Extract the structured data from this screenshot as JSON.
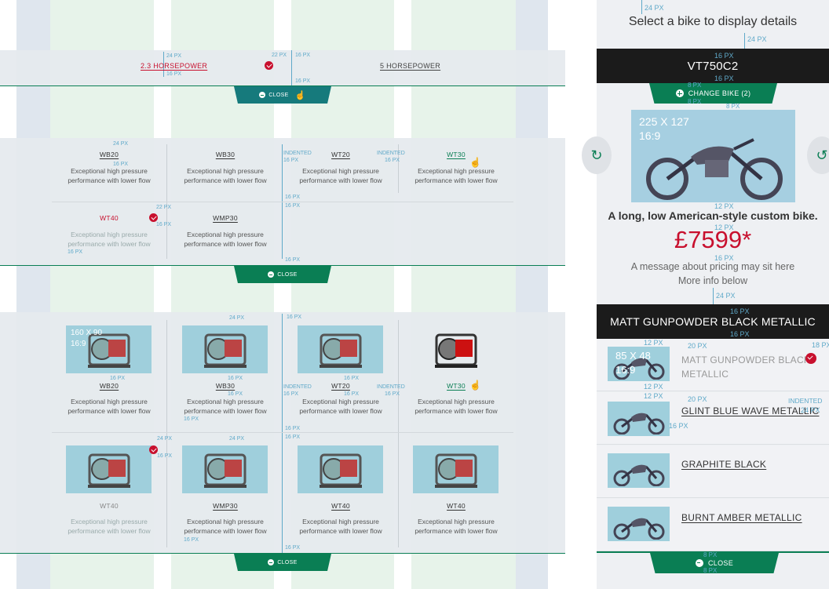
{
  "spec": {
    "px24": "24 PX",
    "px22": "22 PX",
    "px20": "20 PX",
    "px18": "18 PX",
    "px16": "16 PX",
    "px12": "12 PX",
    "px8": "8 PX",
    "indented": "INDENTED"
  },
  "section1": {
    "left_hp": "2.3 HORSEPOWER",
    "right_hp": "5 HORSEPOWER",
    "close": "CLOSE"
  },
  "section2": {
    "models": [
      "WB20",
      "WB30",
      "WT20",
      "WT30",
      "WT40",
      "WMP30"
    ],
    "desc_line1": "Exceptional high pressure",
    "desc_line2": "performance with lower flow",
    "close": "CLOSE"
  },
  "section3": {
    "img_size": "160 X 90",
    "img_ratio": "16:9",
    "row1": [
      "WB20",
      "WB30",
      "WT20",
      "WT30"
    ],
    "row2": [
      "WT40",
      "WMP30",
      "WT40",
      "WT40"
    ],
    "desc_line1": "Exceptional high pressure",
    "desc_line2": "performance with lower flow",
    "close": "CLOSE"
  },
  "panel": {
    "prompt": "Select a bike to display details",
    "bike_name": "VT750C2",
    "change_bike": "CHANGE BIKE (2)",
    "img_size": "225 X 127",
    "img_ratio": "16:9",
    "tagline": "A long, low American-style custom bike.",
    "price": "£7599*",
    "price_msg1": "A message about pricing may sit here",
    "price_msg2": "More info below",
    "colour_title": "MATT GUNPOWDER BLACK METALLIC",
    "swatch_size": "85 X 48",
    "swatch_ratio": "16:9",
    "colours": [
      "MATT GUNPOWDER BLACK",
      "METALLIC",
      "GLINT BLUE WAVE METALLIC",
      "GRAPHITE BLACK",
      "BURNT AMBER METALLIC"
    ],
    "close": "CLOSE"
  },
  "colors": {
    "green": "#0a7e54",
    "red": "#c8102e",
    "annotation": "#5fa9c9",
    "dark": "#1b1b1b"
  }
}
